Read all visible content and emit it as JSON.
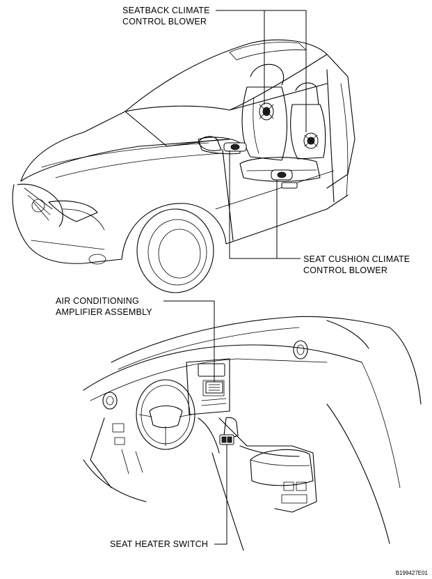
{
  "labels": {
    "seatback_blower": [
      "SEATBACK CLIMATE",
      "CONTROL BLOWER"
    ],
    "seat_cushion_blower": [
      "SEAT CUSHION CLIMATE",
      "CONTROL BLOWER"
    ],
    "ac_amplifier": [
      "AIR CONDITIONING",
      "AMPLIFIER ASSEMBLY"
    ],
    "seat_heater_switch": "SEAT HEATER SWITCH"
  },
  "figure_code": "B199427E01"
}
